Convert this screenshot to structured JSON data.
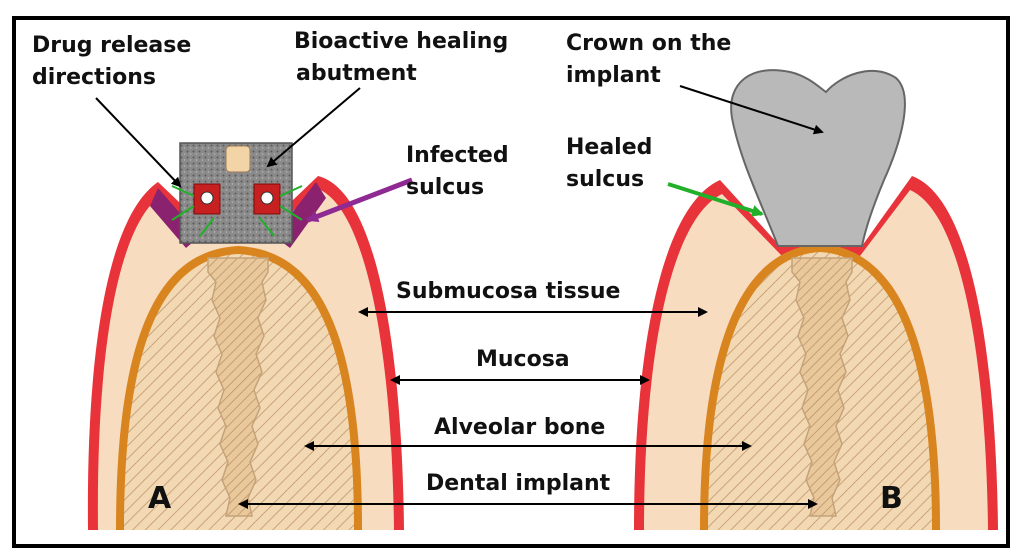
{
  "labels": {
    "drug_release_line1": "Drug release",
    "drug_release_line2": "directions",
    "bioactive_line1": "Bioactive healing",
    "bioactive_line2": "abutment",
    "crown_line1": "Crown on the",
    "crown_line2": "implant",
    "infected_line1": "Infected",
    "infected_line2": "sulcus",
    "healed_line1": "Healed",
    "healed_line2": "sulcus",
    "submucosa": "Submucosa tissue",
    "mucosa": "Mucosa",
    "alveolar": "Alveolar bone",
    "implant": "Dental implant",
    "panel_a": "A",
    "panel_b": "B"
  },
  "colors": {
    "mucosa_red": "#e8333a",
    "submucosa": "#f8dcc0",
    "bone_rim": "#d9851f",
    "bone_fill": "#f3d9b3",
    "infection": "#8a2270",
    "infection_arrow": "#8e2a92",
    "healed_arrow": "#22b02a",
    "crown": "#b9b9b9",
    "abutment": "#777777",
    "drug_red": "#c62020"
  }
}
